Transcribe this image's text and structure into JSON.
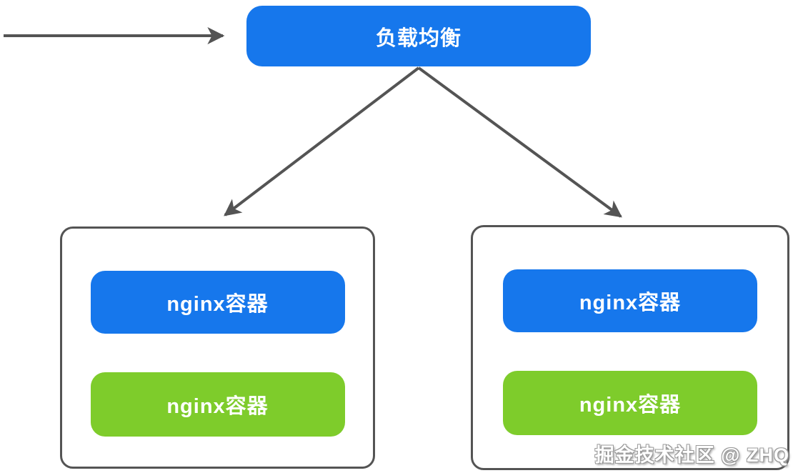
{
  "diagram": {
    "load_balancer": {
      "label": "负载均衡"
    },
    "clusters": [
      {
        "side": "left",
        "containers": [
          {
            "label": "nginx容器",
            "color": "blue"
          },
          {
            "label": "nginx容器",
            "color": "green"
          }
        ]
      },
      {
        "side": "right",
        "containers": [
          {
            "label": "nginx容器",
            "color": "blue"
          },
          {
            "label": "nginx容器",
            "color": "green"
          }
        ]
      }
    ],
    "watermark": "掘金技术社区 @ ZHQ",
    "colors": {
      "blue": "#1677ec",
      "green": "#7ecc2b",
      "arrow": "#545454"
    }
  }
}
